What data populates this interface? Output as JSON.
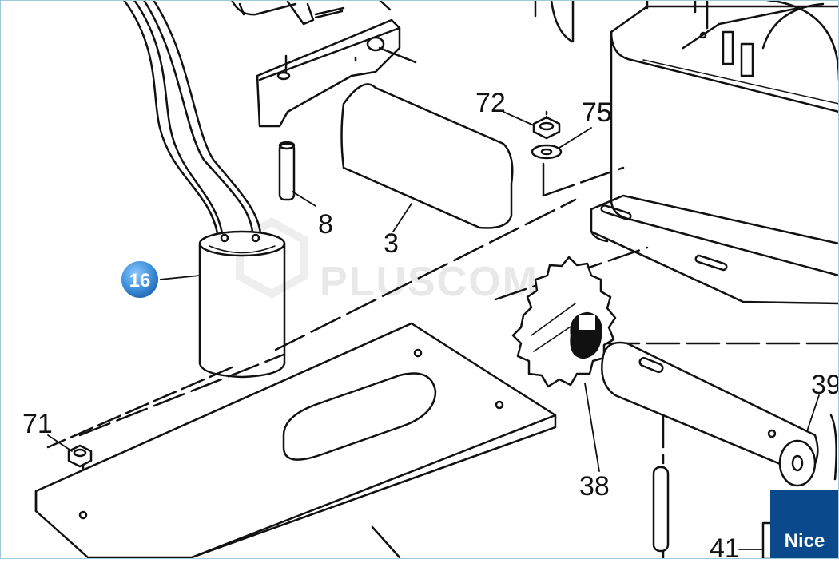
{
  "watermark": "PLUSCOM",
  "brand": "Nice",
  "highlight_badge": {
    "label": "16",
    "color": "#3d8fd9"
  },
  "part_labels": {
    "p3": "3",
    "p8": "8",
    "p38": "38",
    "p39": "39",
    "p41": "41",
    "p71": "71",
    "p72": "72",
    "p75": "75"
  },
  "colors": {
    "line": "#111111",
    "frame": "#9ec9dc"
  }
}
